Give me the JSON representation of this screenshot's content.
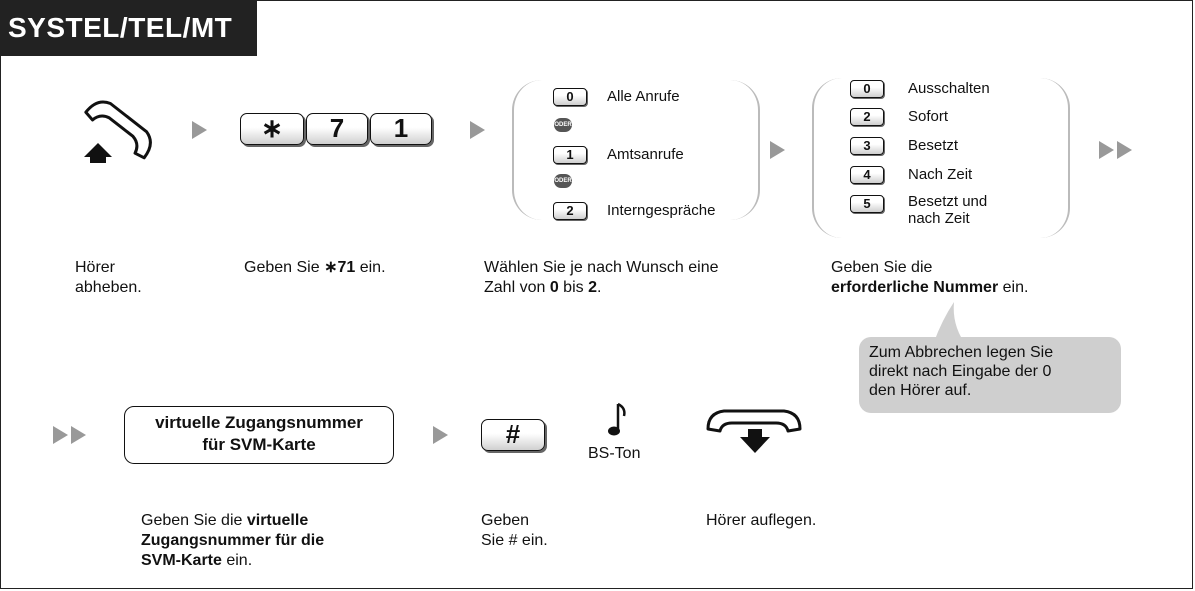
{
  "header": {
    "title": "SYSTEL/TEL/MT"
  },
  "step1": {
    "caption_line1": "Hörer",
    "caption_line2": "abheben."
  },
  "step2": {
    "keys": [
      "∗",
      "7",
      "1"
    ],
    "caption_pre": "Geben Sie ",
    "caption_bold": "∗71",
    "caption_post": " ein."
  },
  "step3": {
    "options": [
      {
        "key": "0",
        "label": "Alle Anrufe"
      },
      {
        "key": "1",
        "label": "Amtsanrufe"
      },
      {
        "key": "2",
        "label": "Interngespräche"
      }
    ],
    "oder_label": "ODER",
    "caption_line1": "Wählen Sie je nach Wunsch eine",
    "caption_pre": "Zahl von ",
    "caption_bold1": "0",
    "caption_mid": " bis ",
    "caption_bold2": "2",
    "caption_post": "."
  },
  "step4": {
    "options": [
      {
        "key": "0",
        "label": "Ausschalten"
      },
      {
        "key": "2",
        "label": "Sofort"
      },
      {
        "key": "3",
        "label": "Besetzt"
      },
      {
        "key": "4",
        "label": "Nach Zeit"
      },
      {
        "key": "5",
        "label_line1": "Besetzt und",
        "label_line2": "nach Zeit"
      }
    ],
    "caption_line1": "Geben Sie die",
    "caption_bold": "erforderliche Nummer",
    "caption_post": " ein."
  },
  "note": {
    "line1": "Zum Abbrechen legen Sie",
    "line2": "direkt nach Eingabe der 0",
    "line3": "den Hörer auf."
  },
  "step5": {
    "box_line1": "virtuelle Zugangsnummer",
    "box_line2": "für SVM-Karte",
    "caption_pre": "Geben Sie die ",
    "caption_bold1": "virtuelle",
    "caption_bold2": "Zugangsnummer für die",
    "caption_bold3": "SVM-Karte",
    "caption_post": " ein."
  },
  "step6": {
    "key": "#",
    "caption_line1": "Geben",
    "caption_line2": "Sie # ein."
  },
  "tone": {
    "label": "BS-Ton"
  },
  "step7": {
    "caption": "Hörer auflegen."
  },
  "colors": {
    "header_bg": "#222222",
    "arrow": "#999999",
    "bubble": "#cfcfcf",
    "paren": "#bbbbbb"
  }
}
